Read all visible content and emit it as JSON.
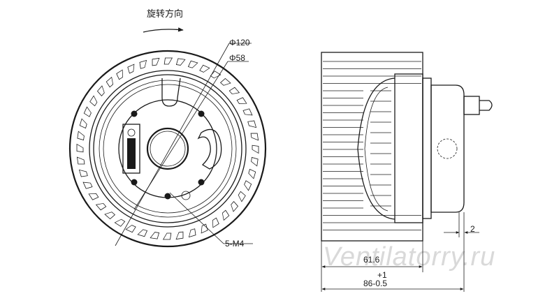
{
  "labels": {
    "rotation_direction": "旋转方向",
    "dia_outer": "Φ120",
    "dia_inner": "Φ58",
    "screws": "5-M4",
    "dim_gap": "2",
    "dim_body": "61.6",
    "dim_total_tol": "+1",
    "dim_total": "86-0.5",
    "watermark": "Ventilatorry.ru"
  },
  "blades": {
    "count": 44
  },
  "screw_holes": {
    "count": 5
  }
}
